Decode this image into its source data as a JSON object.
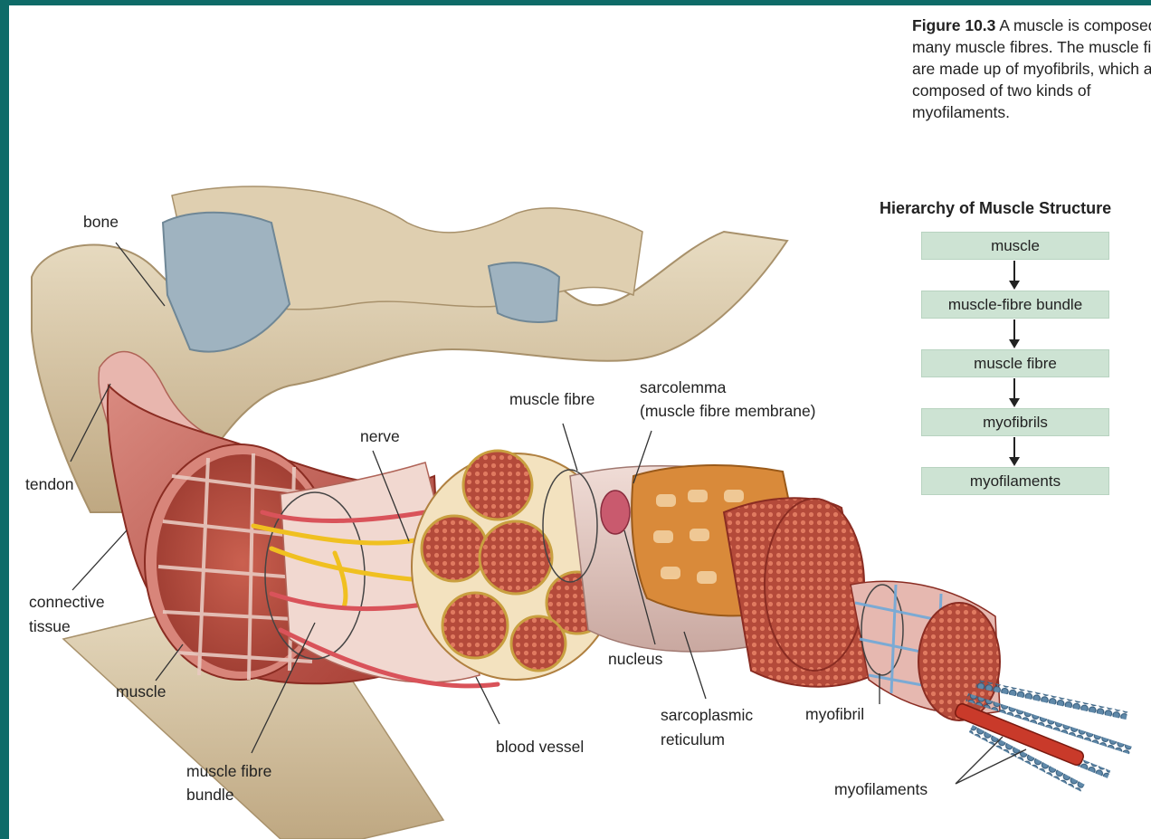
{
  "caption": {
    "figure_label": "Figure 10.3",
    "text": "A muscle is composed of many muscle fibres. The muscle fibres are made up of myofibrils, which are composed of two kinds of myofilaments."
  },
  "hierarchy": {
    "title": "Hierarchy of Muscle Structure",
    "levels": [
      "muscle",
      "muscle-fibre bundle",
      "muscle fibre",
      "myofibrils",
      "myofilaments"
    ]
  },
  "labels": {
    "bone": "bone",
    "tendon": "tendon",
    "connective_tissue_1": "connective",
    "connective_tissue_2": "tissue",
    "muscle": "muscle",
    "muscle_fibre_bundle_1": "muscle fibre",
    "muscle_fibre_bundle_2": "bundle",
    "nerve": "nerve",
    "blood_vessel": "blood vessel",
    "muscle_fibre": "muscle fibre",
    "sarcolemma_1": "sarcolemma",
    "sarcolemma_2": "(muscle fibre membrane)",
    "nucleus": "nucleus",
    "sarcoplasmic_reticulum_1": "sarcoplasmic",
    "sarcoplasmic_reticulum_2": "reticulum",
    "myofibril": "myofibril",
    "myofilaments": "myofilaments"
  },
  "colors": {
    "frame": "#0e6b68",
    "hierarchy_box": "#cde3d3",
    "bone": "#d9c6a5",
    "cartilage": "#9fb3c0",
    "muscle": "#b8463a",
    "nerve": "#f0c020",
    "blood_vessel": "#d9535a",
    "sarcoplasmic_reticulum": "#d98a3a",
    "myofilament_bead": "#5f88a8"
  }
}
